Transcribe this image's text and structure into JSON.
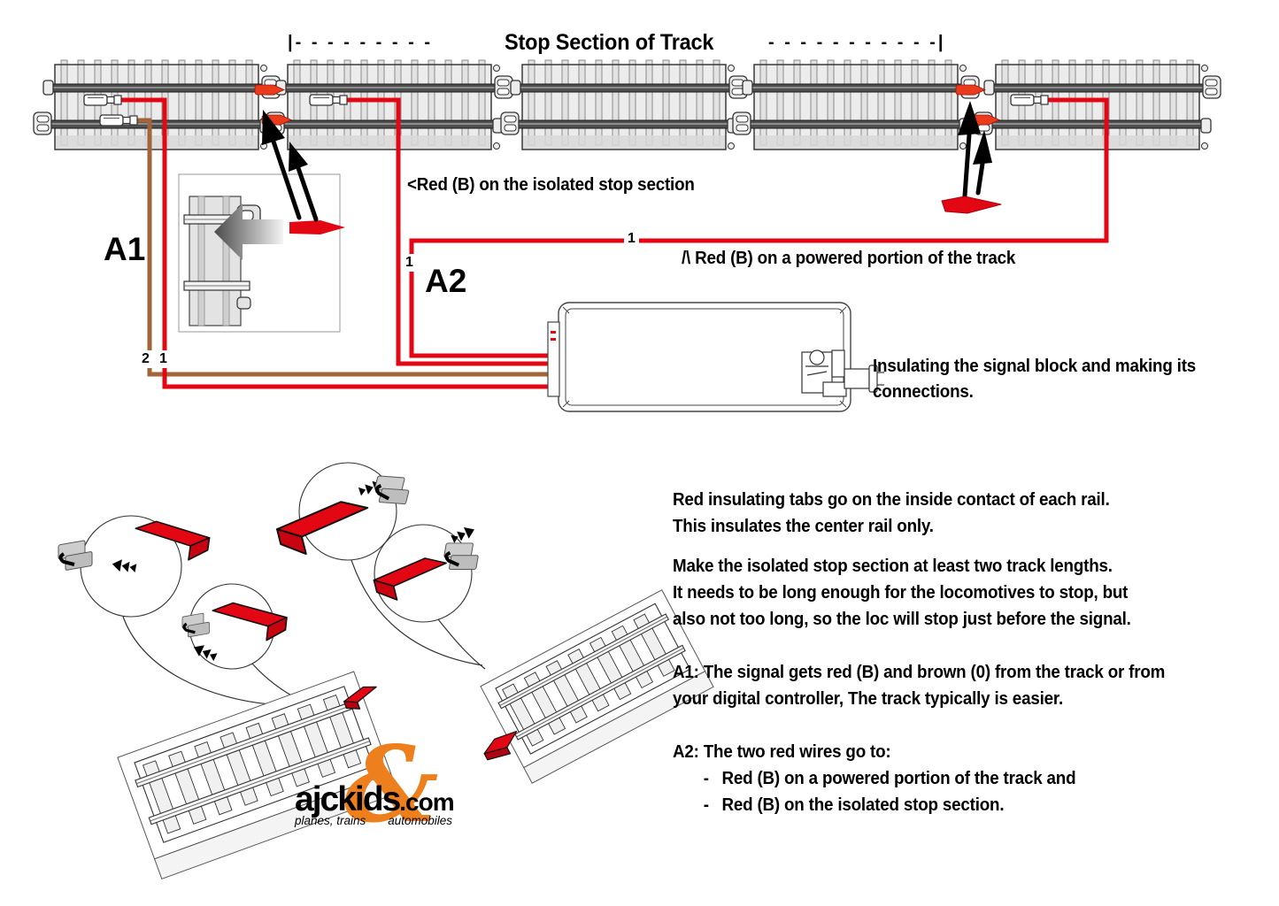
{
  "header": {
    "dashes_left": "|- - - - - - - - -",
    "title": "Stop Section of Track",
    "dashes_right": "- - - - - - - - - - -|"
  },
  "wiring": {
    "label_a1": "A1",
    "label_a2": "A2",
    "isolated_note": "<Red (B) on the isolated stop section",
    "powered_note": "/\\ Red (B) on a powered portion of the track",
    "wire_red_marker": "1",
    "wire_brown_marker": "2",
    "caption_line1": "Insulating the signal block and making its",
    "caption_line2": "connections."
  },
  "notes": {
    "p1": [
      "Red insulating tabs go on the inside contact of each rail.",
      "This insulates the center rail only."
    ],
    "p2": [
      "Make the isolated stop section at least two track lengths.",
      "It needs to be long enough for the locomotives to stop, but",
      "also not too long, so the loc will stop just before the signal."
    ],
    "p3": [
      "A1: The signal gets red (B) and brown (0) from the track or from",
      "your digital controller, The track typically is easier."
    ],
    "p4_title": "A2: The two red wires go to:",
    "bullet": "-",
    "p4_items": [
      "Red (B) on a powered portion of the track and",
      "Red (B) on the isolated stop section."
    ]
  },
  "logo": {
    "name": "ajckids",
    "tld": ".com",
    "ampersand": "&",
    "tagline_left": "planes, trains",
    "tagline_right": "automobiles",
    "accent_color": "#ee7f1d"
  },
  "colors": {
    "wire_red": "#e30613",
    "wire_brown": "#a2653a",
    "tab_red": "#ea3b1c",
    "rail_gray": "#4f4f4f",
    "track_fill": "#ececec"
  }
}
